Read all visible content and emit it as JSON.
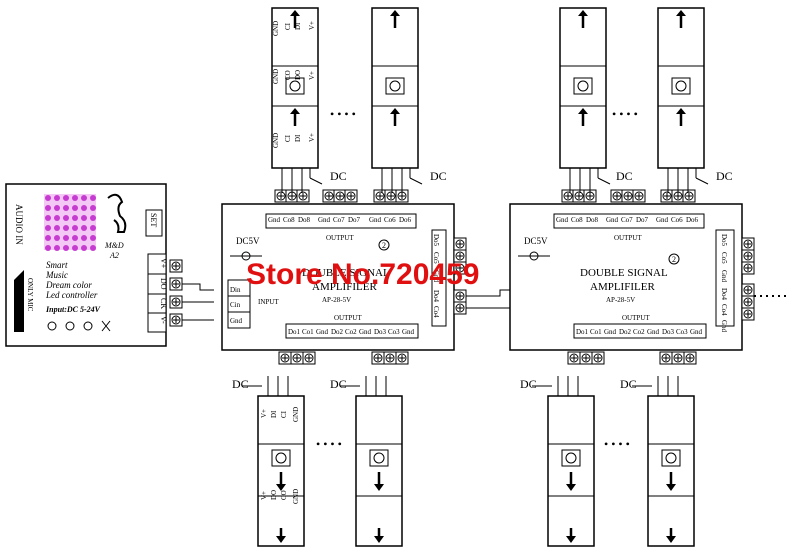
{
  "controller": {
    "audio_in": "AUDIO IN",
    "set": "SET",
    "line1": "Smart",
    "line2": "Music",
    "line3": "Dream color",
    "line4": "Led controller",
    "only_mic": "ONLY MIC",
    "input": "Input:DC 5-24V",
    "brand": "M&D",
    "model": "A2",
    "term_vminus": "V-",
    "term_ck": "CK",
    "term_do": "DO",
    "term_vplus": "V+"
  },
  "amplifier": {
    "title1": "DOUBLE SIGNAL",
    "title2": "AMPLIFILER",
    "model": "AP-28-5V",
    "dc": "DC5V",
    "output": "OUTPUT",
    "input": "INPUT",
    "num": "2",
    "top_terms": [
      "Gnd",
      "Co8",
      "Do8",
      "Gnd",
      "Co7",
      "Do7",
      "Gnd",
      "Co6",
      "Do6"
    ],
    "bottom_terms": [
      "Do1",
      "Co1",
      "Gnd",
      "Do2",
      "Co2",
      "Gnd",
      "Do3",
      "Co3",
      "Gnd"
    ],
    "in_terms": [
      "Din",
      "Cin",
      "Gnd"
    ],
    "side_terms": [
      "Do5",
      "Co5",
      "Gnd"
    ],
    "side_terms2": [
      "Do4",
      "Co4",
      "Gnd"
    ]
  },
  "strip": {
    "top_labels": [
      "GND",
      "CI",
      "DI",
      "V+"
    ],
    "mid_labels": [
      "GND",
      "CO",
      "DO",
      "V+"
    ],
    "dc": "DC",
    "dots": "• • • •"
  },
  "watermark": "Store No.720459"
}
